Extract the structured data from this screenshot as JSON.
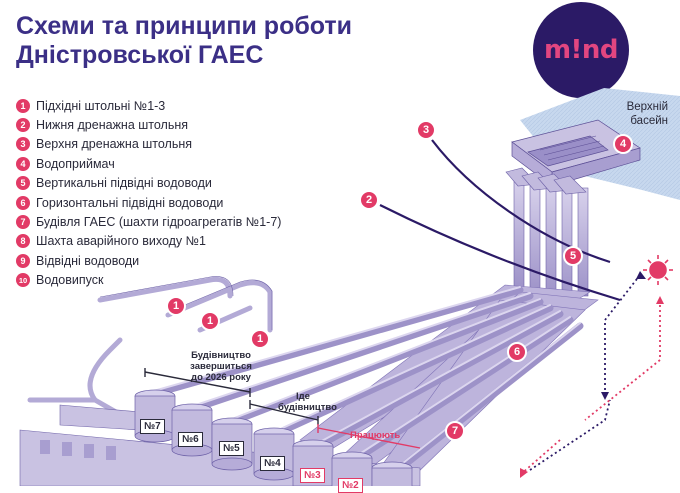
{
  "title": {
    "line1": "Схеми та принципи роботи",
    "line2": "Дністровської ГАЕС"
  },
  "logo": {
    "text": "m!nd"
  },
  "legend": [
    {
      "num": "1",
      "label": "Підхідні штольні №1-3"
    },
    {
      "num": "2",
      "label": "Нижня дренажна штольня"
    },
    {
      "num": "3",
      "label": "Верхня дренажна штольня"
    },
    {
      "num": "4",
      "label": "Водоприймач"
    },
    {
      "num": "5",
      "label": "Вертикальні підвідні водоводи"
    },
    {
      "num": "6",
      "label": "Горизонтальні підвідні водоводи"
    },
    {
      "num": "7",
      "label": "Будівля ГАЕС (шахти гідроагрегатів №1-7)"
    },
    {
      "num": "8",
      "label": "Шахта аварійного виходу №1"
    },
    {
      "num": "9",
      "label": "Відвідні водоводи"
    },
    {
      "num": "10",
      "label": "Водовипуск"
    }
  ],
  "diagram": {
    "upper_basin": "Верхній басейн",
    "markers": [
      "1",
      "1",
      "1",
      "2",
      "3",
      "4",
      "5",
      "6",
      "7"
    ],
    "note_construction_done": "Будівництво завершиться до 2026 року",
    "note_under_construction": "Іде будівництво",
    "note_working": "Працюють",
    "units": [
      "№7",
      "№6",
      "№5",
      "№4",
      "№3",
      "№2"
    ],
    "colors": {
      "accent": "#e23a66",
      "tunnel": "#b9b0d6",
      "tunnel_dark": "#8d80bd",
      "navy": "#2b1a66",
      "water": "#c7d8ee",
      "title": "#3b2f86"
    }
  }
}
